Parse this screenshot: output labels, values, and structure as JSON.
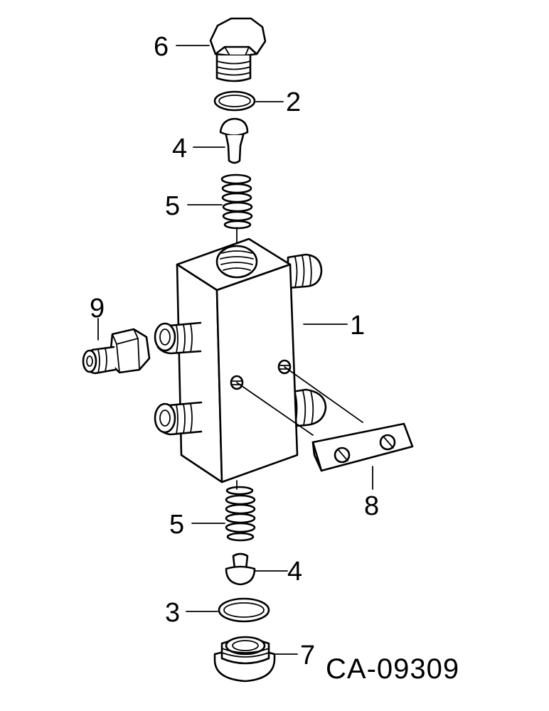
{
  "drawing_code": "CA-09309",
  "callouts": [
    {
      "id": "1",
      "text": "1"
    },
    {
      "id": "2",
      "text": "2"
    },
    {
      "id": "3",
      "text": "3"
    },
    {
      "id": "4a",
      "text": "4"
    },
    {
      "id": "4b",
      "text": "4"
    },
    {
      "id": "5a",
      "text": "5"
    },
    {
      "id": "5b",
      "text": "5"
    },
    {
      "id": "6",
      "text": "6"
    },
    {
      "id": "7",
      "text": "7"
    },
    {
      "id": "8",
      "text": "8"
    },
    {
      "id": "9",
      "text": "9"
    }
  ]
}
